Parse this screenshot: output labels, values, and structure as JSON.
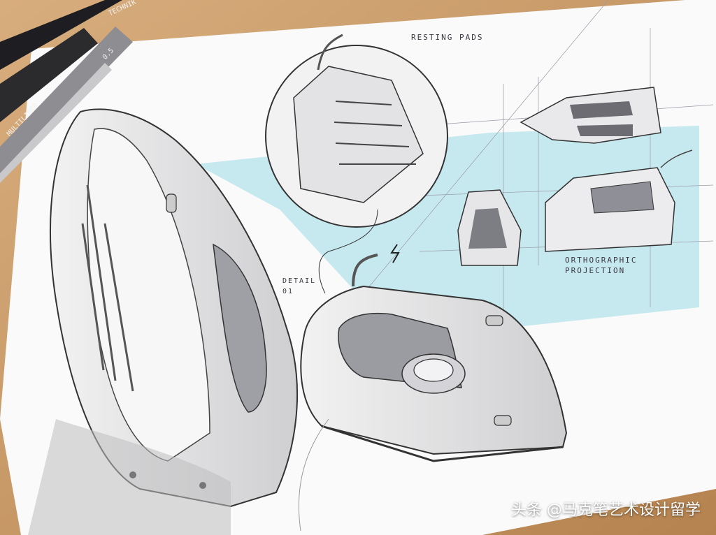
{
  "labels": {
    "resting_pads": "RESTING PADS",
    "detail": "DETAIL\n01",
    "orthographic": "ORTHOGRAPHIC\nPROJECTION"
  },
  "pens": {
    "multiliner_text": "MULTILINER",
    "size_text": "0.5",
    "brand_text": "TECHNIK"
  },
  "watermark": "头条 @马克笔艺术设计留学",
  "colors": {
    "table_wood": "#c89a6a",
    "paper": "#fafafa",
    "accent_blue": "#c6e9ef",
    "ink": "#3a3640"
  }
}
